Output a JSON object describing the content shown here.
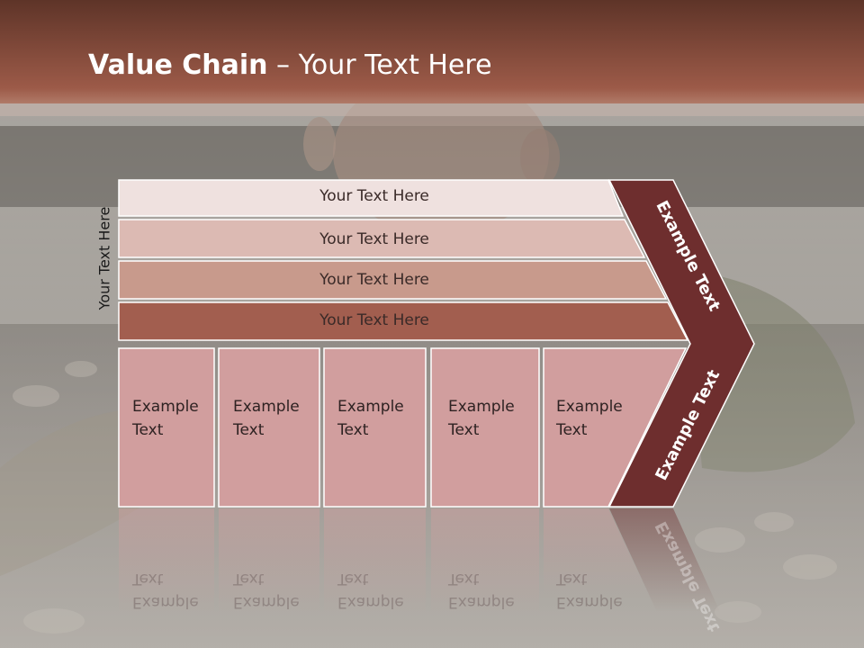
{
  "slide": {
    "title_bold": "Value Chain",
    "title_rest": " – Your Text Here"
  },
  "diagram": {
    "side_label": "Your Text Here",
    "rows": [
      {
        "label": "Your Text Here",
        "color": "#efe1df"
      },
      {
        "label": "Your Text Here",
        "color": "#dcbab3"
      },
      {
        "label": "Your Text Here",
        "color": "#c89a8c"
      },
      {
        "label": "Your Text Here",
        "color": "#a25e4f"
      }
    ],
    "cells": [
      {
        "line1": "Example",
        "line2": "Text"
      },
      {
        "line1": "Example",
        "line2": "Text"
      },
      {
        "line1": "Example",
        "line2": "Text"
      },
      {
        "line1": "Example",
        "line2": "Text"
      },
      {
        "line1": "Example",
        "line2": "Text"
      }
    ],
    "chevron_top_label": "Example Text",
    "chevron_bottom_label": "Example Text",
    "colors": {
      "header_band": "#8a4b3a",
      "chevron": "#6e2e2e",
      "cell_fill": "#d19e9e"
    }
  }
}
